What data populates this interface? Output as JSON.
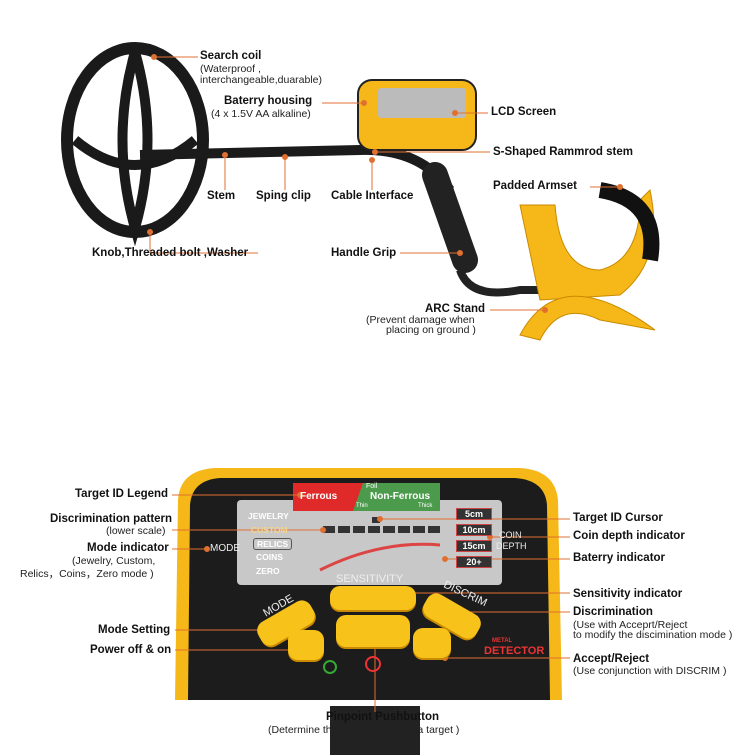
{
  "top_labels": {
    "search_coil": "Search coil",
    "search_coil_sub1": "(Waterproof ,",
    "search_coil_sub2": "interchangeable,duarable)",
    "battery_housing": "Baterry housing",
    "battery_housing_sub": "(4 x 1.5V AA alkaline)",
    "lcd_screen": "LCD Screen",
    "s_stem": "S-Shaped Rammrod stem",
    "stem": "Stem",
    "spring_clip": "Sping clip",
    "cable_interface": "Cable  Interface",
    "padded_armset": "Padded Armset",
    "knob": "Knob,Threaded bolt ,Washer",
    "handle_grip": "Handle Grip",
    "arc_stand": "ARC Stand",
    "arc_stand_sub1": "(Prevent damage when",
    "arc_stand_sub2": "placing on ground )"
  },
  "bottom_labels": {
    "target_id_legend": "Target ID Legend",
    "discrimination_pattern": "Discrimination pattern",
    "discrimination_pattern_sub": "(lower scale)",
    "mode_indicator": "Mode indicator",
    "mode_indicator_sub1": "(Jewelry, Custom,",
    "mode_indicator_sub2": "Relics，Coins，Zero mode )",
    "mode_setting": "Mode Setting",
    "power": "Power off & on",
    "target_id_cursor": "Target ID Cursor",
    "coin_depth": "Coin depth indicator",
    "battery_indicator": "Baterry indicator",
    "sensitivity_indicator": "Sensitivity indicator",
    "discrimination": "Discrimination",
    "discrimination_sub1": "(Use with Acceprt/Reject",
    "discrimination_sub2": "to modify the discimination mode )",
    "accept_reject": "Accept/Reject",
    "accept_reject_sub": "(Use conjunction with DISCRIM )",
    "pinpoint": "Pinpoint Pushbutton",
    "pinpoint_sub": "(Determine the extra location of a target  )"
  },
  "panel": {
    "ferrous": "Ferrous",
    "foil": "Foil",
    "non_ferrous": "Non-Ferrous",
    "thin": "Thin",
    "thick": "Thick",
    "modes": [
      "JEWELRY",
      "CUSTOM",
      "RELICS",
      "COINS",
      "ZERO"
    ],
    "mode_text": "MODE",
    "depths": [
      "5cm",
      "10cm",
      "15cm",
      "20+"
    ],
    "coin_depth": "COIN",
    "coin_depth2": "DEPTH",
    "sensitivity": "SENSITIVITY",
    "mode_btn": "MODE",
    "discrim": "DISCRIM",
    "metal": "METAL",
    "detector": "DETECTOR"
  },
  "colors": {
    "yellow": "#f7c21a",
    "leader": "#e07030",
    "red": "#d42a2a",
    "green": "#2f8a3a"
  }
}
